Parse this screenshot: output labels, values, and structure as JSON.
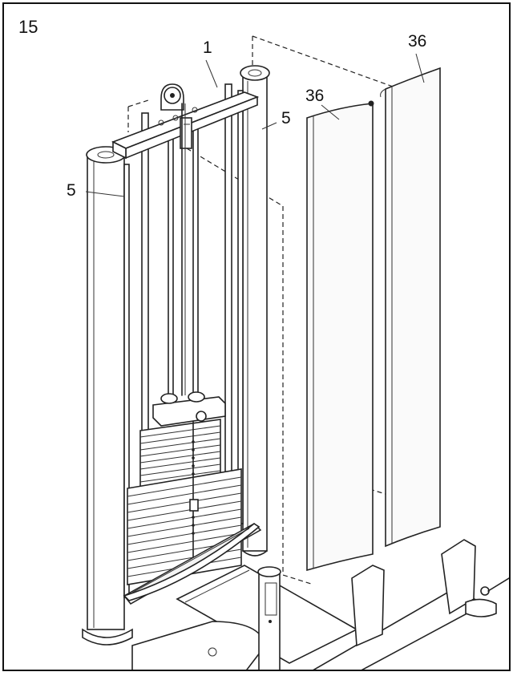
{
  "step": {
    "number": "15"
  },
  "callouts": {
    "top_crossbar": "1",
    "right_upright": "5",
    "left_upright": "5",
    "front_shroud": "36",
    "rear_shroud": "36"
  }
}
